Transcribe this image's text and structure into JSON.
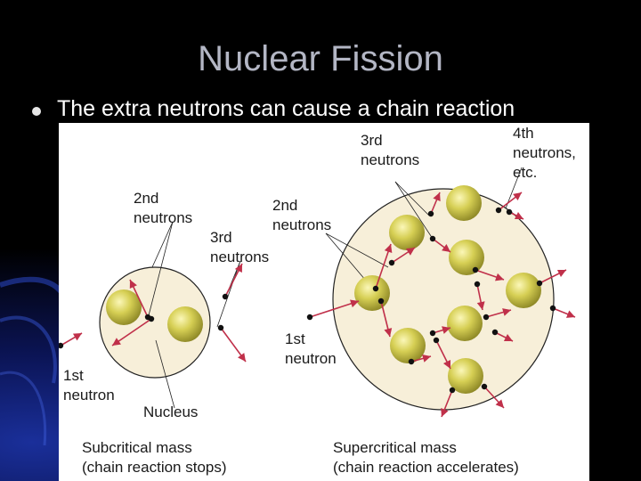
{
  "slide": {
    "title": "Nuclear Fission",
    "bullet": "The extra neutrons can cause a chain reaction"
  },
  "figure": {
    "subcritical": {
      "label_2nd_line1": "2nd",
      "label_2nd_line2": "neutrons",
      "label_3rd_line1": "3rd",
      "label_3rd_line2": "neutrons",
      "label_1st_line1": "1st",
      "label_1st_line2": "neutron",
      "label_nucleus": "Nucleus",
      "caption_line1": "Subcritical mass",
      "caption_line2": "(chain reaction stops)"
    },
    "supercritical": {
      "label_3rd_line1": "3rd",
      "label_3rd_line2": "neutrons",
      "label_4th_line1": "4th",
      "label_4th_line2": "neutrons,",
      "label_4th_line3": "etc.",
      "label_2nd_line1": "2nd",
      "label_2nd_line2": "neutrons",
      "label_1st_line1": "1st",
      "label_1st_line2": "neutron",
      "caption_line1": "Supercritical mass",
      "caption_line2": "(chain reaction accelerates)"
    }
  },
  "colors": {
    "mass_fill": "#f7efd9",
    "nucleus": "#c8c040",
    "arrow": "#c0304a",
    "title": "#b3b6c4"
  }
}
